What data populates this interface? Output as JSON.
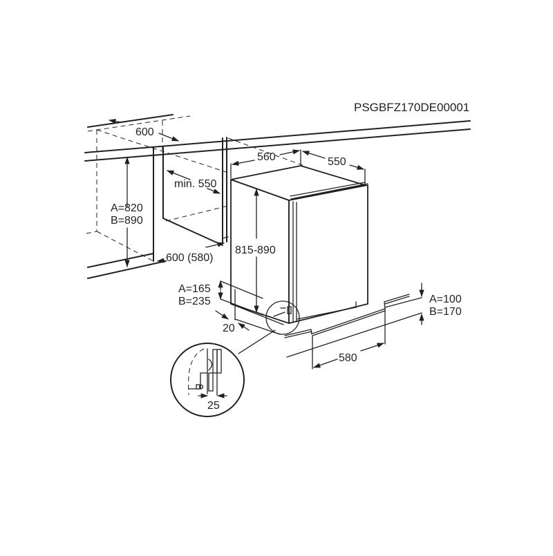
{
  "diagram": {
    "title_code": "PSGBFZ170DE00001",
    "subject": "Built-in under-counter appliance installation dimensions (mm)",
    "colors": {
      "line": "#231f20",
      "background": "#ffffff"
    },
    "dimensions": {
      "niche_width": "600",
      "niche_depth_min": "min. 550",
      "niche_height_a": "A=820",
      "niche_height_b": "B=890",
      "niche_floor_depth": "600 (580)",
      "appliance_width": "560",
      "appliance_depth": "550",
      "appliance_height": "815-890",
      "plinth_height_a": "A=165",
      "plinth_height_b": "B=235",
      "plinth_offset": "20",
      "vent_height_a": "A=100",
      "vent_height_b": "B=170",
      "vent_width": "580",
      "door_gap": "25"
    }
  }
}
